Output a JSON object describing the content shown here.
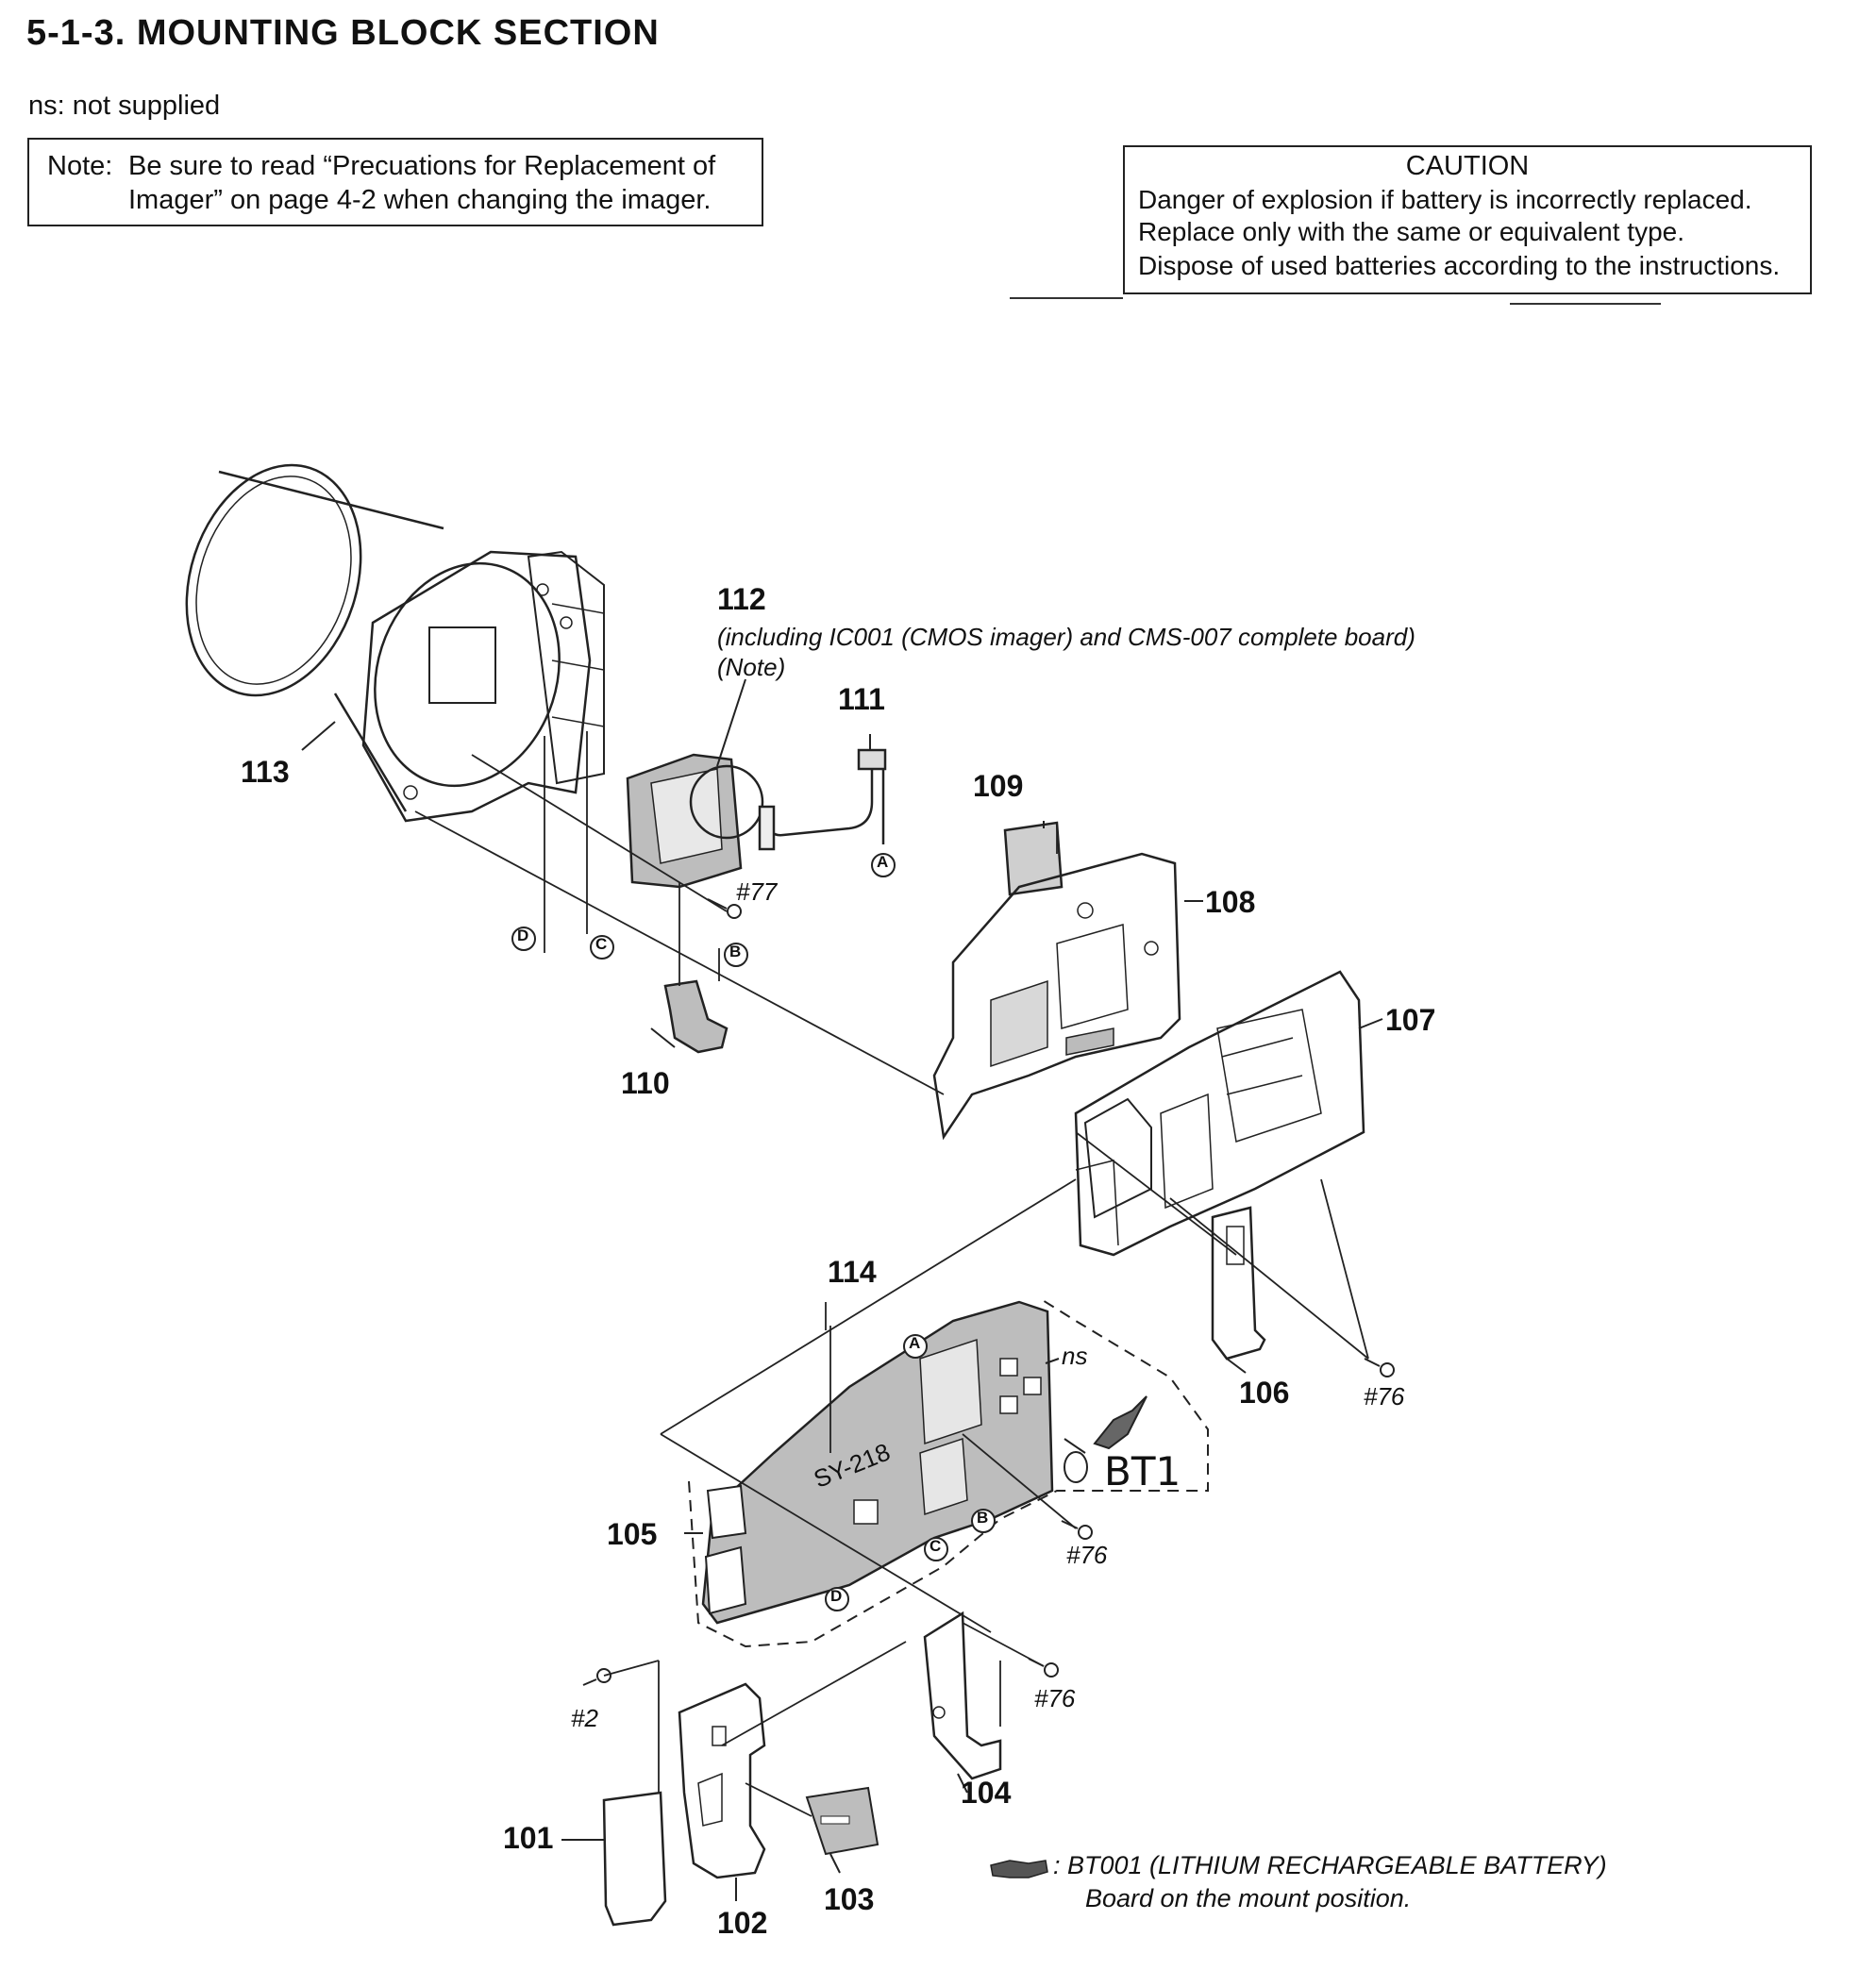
{
  "header": {
    "title": "5-1-3.  MOUNTING BLOCK SECTION",
    "legend": "ns: not supplied"
  },
  "note": {
    "label": "Note:",
    "line1": "Be sure to read “Precuations for Replacement of",
    "line2": "Imager” on page 4-2 when changing the imager."
  },
  "caution": {
    "title": "CAUTION",
    "lines": [
      "Danger of explosion if battery is incorrectly replaced.",
      "Replace only with the same or equivalent type.",
      "Dispose of used batteries according to the instructions."
    ]
  },
  "parts": {
    "p101": "101",
    "p102": "102",
    "p103": "103",
    "p104": "104",
    "p105": "105",
    "p106": "106",
    "p107": "107",
    "p108": "108",
    "p109": "109",
    "p110": "110",
    "p111": "111",
    "p112": "112",
    "p113": "113",
    "p114": "114"
  },
  "part112_desc": {
    "line1": "(including IC001 (CMOS imager) and CMS-007 complete board)",
    "line2": "(Note)"
  },
  "screws": {
    "s77": "#77",
    "s76": "#76",
    "s2": "#2"
  },
  "connectors": {
    "A": "A",
    "B": "B",
    "C": "C",
    "D": "D"
  },
  "board": {
    "ns": "ns",
    "name": "SY-218",
    "bt1": "BT1"
  },
  "footer": {
    "line1": ": BT001 (LITHIUM RECHARGEABLE BATTERY)",
    "line2": "Board on the mount position."
  }
}
